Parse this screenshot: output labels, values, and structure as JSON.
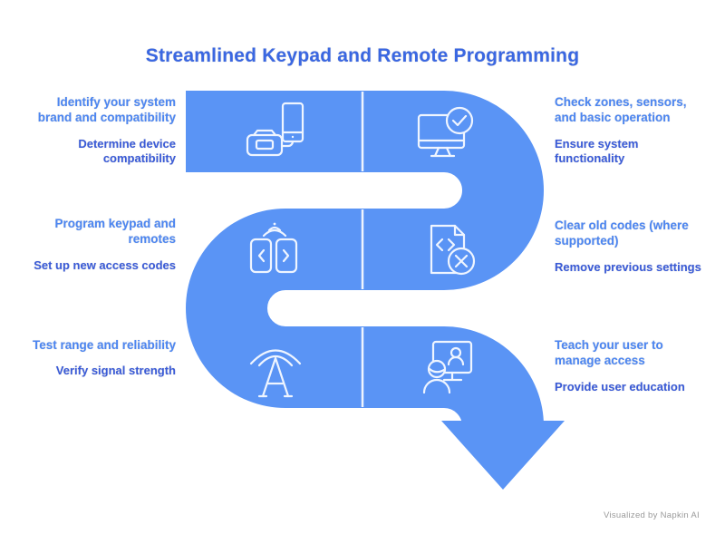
{
  "title": "Streamlined Keypad and Remote Programming",
  "watermark": "Visualized by Napkin AI",
  "colors": {
    "flow_blue": "#5A94F5",
    "title_blue": "#3A67E2",
    "label_blue": "#4C86F2",
    "sublabel_indigo": "#3A5BD8",
    "icon_stroke": "#EFF5FF",
    "background": "#FFFFFF"
  },
  "steps": [
    {
      "side": "left",
      "row": 1,
      "icon": "keypad-phone-icon",
      "label": "Identify your system brand and compatibility",
      "sublabel": "Determine device compatibility"
    },
    {
      "side": "right",
      "row": 1,
      "icon": "monitor-check-icon",
      "label": "Check zones, sensors, and basic operation",
      "sublabel": "Ensure system functionality"
    },
    {
      "side": "left",
      "row": 2,
      "icon": "remotes-signal-icon",
      "label": "Program keypad and remotes",
      "sublabel": "Set up new access codes"
    },
    {
      "side": "right",
      "row": 2,
      "icon": "code-file-delete-icon",
      "label": "Clear old codes (where supported)",
      "sublabel": "Remove previous settings"
    },
    {
      "side": "left",
      "row": 3,
      "icon": "antenna-icon",
      "label": "Test range and reliability",
      "sublabel": "Verify signal strength"
    },
    {
      "side": "right",
      "row": 3,
      "icon": "user-training-icon",
      "label": "Teach your user to manage access",
      "sublabel": "Provide user education"
    }
  ]
}
